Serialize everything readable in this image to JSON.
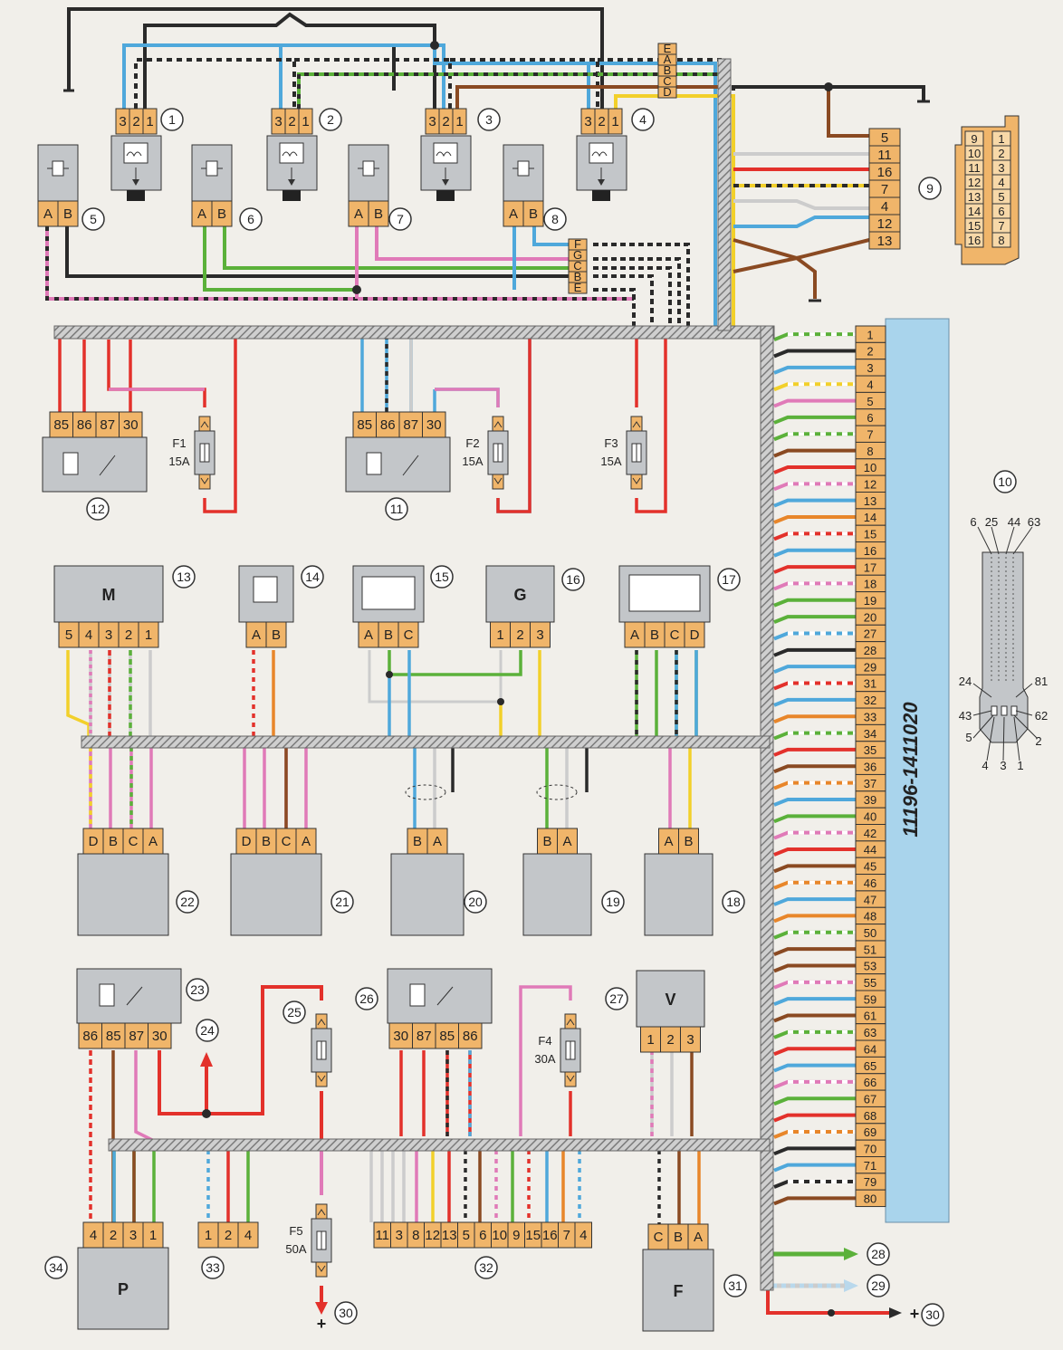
{
  "ecu": {
    "part_number": "11196-1411020",
    "pins": [
      "1",
      "2",
      "3",
      "4",
      "5",
      "6",
      "7",
      "8",
      "10",
      "12",
      "13",
      "14",
      "15",
      "16",
      "17",
      "18",
      "19",
      "20",
      "27",
      "28",
      "29",
      "31",
      "32",
      "33",
      "34",
      "35",
      "36",
      "37",
      "39",
      "40",
      "42",
      "44",
      "45",
      "46",
      "47",
      "48",
      "50",
      "51",
      "53",
      "55",
      "59",
      "61",
      "63",
      "64",
      "65",
      "66",
      "67",
      "68",
      "69",
      "70",
      "71",
      "79",
      "80"
    ]
  },
  "diag_connector": {
    "left": [
      "9",
      "10",
      "11",
      "12",
      "13",
      "14",
      "15",
      "16"
    ],
    "right": [
      "1",
      "2",
      "3",
      "4",
      "5",
      "6",
      "7",
      "8"
    ]
  },
  "diag_pins": [
    "5",
    "11",
    "16",
    "7",
    "4",
    "12",
    "13"
  ],
  "ecu_plug": {
    "top": [
      "6",
      "25",
      "44",
      "63"
    ],
    "side_left": [
      "24",
      "43",
      "5"
    ],
    "side_right": [
      "81",
      "62",
      "2"
    ],
    "bottom": [
      "4",
      "3",
      "1"
    ]
  },
  "connector_top": [
    "E",
    "A",
    "B",
    "C",
    "D"
  ],
  "connector_mid": [
    "F",
    "G",
    "C",
    "B",
    "E"
  ],
  "coil_pins": [
    "3",
    "2",
    "1"
  ],
  "injector_pins": [
    "A",
    "B"
  ],
  "callouts": {
    "c1": "1",
    "c2": "2",
    "c3": "3",
    "c4": "4",
    "c5": "5",
    "c6": "6",
    "c7": "7",
    "c8": "8",
    "c9": "9",
    "c10": "10",
    "c11": "11",
    "c12": "12",
    "c13": "13",
    "c14": "14",
    "c15": "15",
    "c16": "16",
    "c17": "17",
    "c18": "18",
    "c19": "19",
    "c20": "20",
    "c21": "21",
    "c22": "22",
    "c23": "23",
    "c24": "24",
    "c25": "25",
    "c26": "26",
    "c27": "27",
    "c28": "28",
    "c29": "29",
    "c30a": "30",
    "c30b": "30",
    "c31": "31",
    "c32": "32",
    "c33": "33",
    "c34": "34"
  },
  "relays": {
    "r12": [
      "85",
      "86",
      "87",
      "30"
    ],
    "r11": [
      "85",
      "86",
      "87",
      "30"
    ],
    "r23": [
      "86",
      "85",
      "87",
      "30"
    ],
    "r26": [
      "30",
      "87",
      "85",
      "86"
    ]
  },
  "fuses": {
    "f1": {
      "name": "F1",
      "rating": "15A"
    },
    "f2": {
      "name": "F2",
      "rating": "15A"
    },
    "f3": {
      "name": "F3",
      "rating": "15A"
    },
    "f4": {
      "name": "F4",
      "rating": "30A"
    },
    "f5": {
      "name": "F5",
      "rating": "50A"
    }
  },
  "components": {
    "c13": {
      "letter": "M",
      "pins": [
        "5",
        "4",
        "3",
        "2",
        "1"
      ]
    },
    "c14": {
      "pins": [
        "A",
        "B"
      ]
    },
    "c15": {
      "pins": [
        "A",
        "B",
        "C"
      ]
    },
    "c16": {
      "letter": "G",
      "pins": [
        "1",
        "2",
        "3"
      ]
    },
    "c17": {
      "pins": [
        "A",
        "B",
        "C",
        "D"
      ]
    },
    "c22": {
      "pins": [
        "D",
        "B",
        "C",
        "A"
      ]
    },
    "c21": {
      "pins": [
        "D",
        "B",
        "C",
        "A"
      ]
    },
    "c20": {
      "pins": [
        "B",
        "A"
      ]
    },
    "c19": {
      "pins": [
        "B",
        "A"
      ]
    },
    "c18": {
      "pins": [
        "A",
        "B"
      ]
    },
    "c27": {
      "letter": "V",
      "pins": [
        "1",
        "2",
        "3"
      ]
    },
    "c34": {
      "letter": "P",
      "pins": [
        "4",
        "2",
        "3",
        "1"
      ]
    },
    "c33": {
      "pins": [
        "1",
        "2",
        "4"
      ]
    },
    "c32": {
      "pins": [
        "11",
        "3",
        "8",
        "12",
        "13",
        "5",
        "6",
        "10",
        "9",
        "15",
        "16",
        "7",
        "4"
      ]
    },
    "c31": {
      "letter": "F",
      "pins": [
        "C",
        "B",
        "A"
      ]
    }
  },
  "symbols": {
    "plus": "+"
  },
  "colors": {
    "pin_fill": "#f0b56a",
    "box_fill": "#c3c6c9",
    "ecu_fill": "#a9d4ec",
    "harness": "#9a9a9a",
    "wire_red": "#e3312b",
    "wire_black": "#2a2a2a",
    "wire_blue": "#4fa8db",
    "wire_green": "#5bb13a",
    "wire_pink": "#e07ab8",
    "wire_brown": "#8a4a22",
    "wire_yellow": "#f2d02a",
    "wire_orange": "#e8862a"
  }
}
